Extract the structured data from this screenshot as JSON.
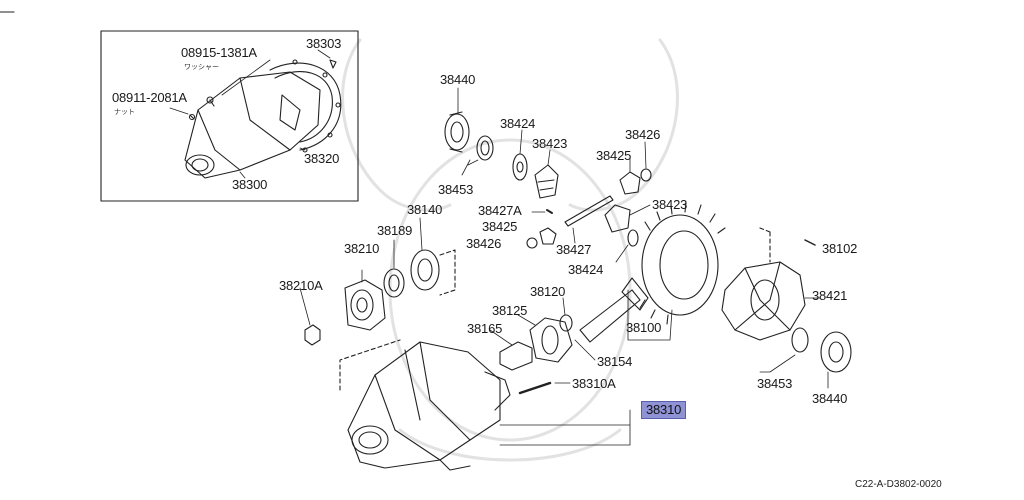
{
  "diagram": {
    "inset_labels": {
      "washer_part": "08915-1381A",
      "washer_sub": "ワッシャー",
      "nut_part": "08911-2081A",
      "nut_sub": "ナット",
      "gasket": "38303",
      "cover": "38320",
      "carrier_assy": "38300"
    },
    "labels": {
      "p38440_top": "38440",
      "p38424_top": "38424",
      "p38423_top": "38423",
      "p38426_top": "38426",
      "p38425_top": "38425",
      "p38453_top": "38453",
      "p38427A": "38427A",
      "p38423_mid": "38423",
      "p38425_mid": "38425",
      "p38426_mid": "38426",
      "p38427": "38427",
      "p38424_mid": "38424",
      "p38140": "38140",
      "p38189": "38189",
      "p38210": "38210",
      "p38210A": "38210A",
      "p38102": "38102",
      "p38421": "38421",
      "p38120": "38120",
      "p38125": "38125",
      "p38165": "38165",
      "p38100": "38100",
      "p38154": "38154",
      "p38453_bot": "38453",
      "p38440_bot": "38440",
      "p38310A": "38310A",
      "p38310": "38310"
    },
    "highlight_color": "#8f93d6",
    "diagram_code": "C22-A-D3802-0020"
  }
}
